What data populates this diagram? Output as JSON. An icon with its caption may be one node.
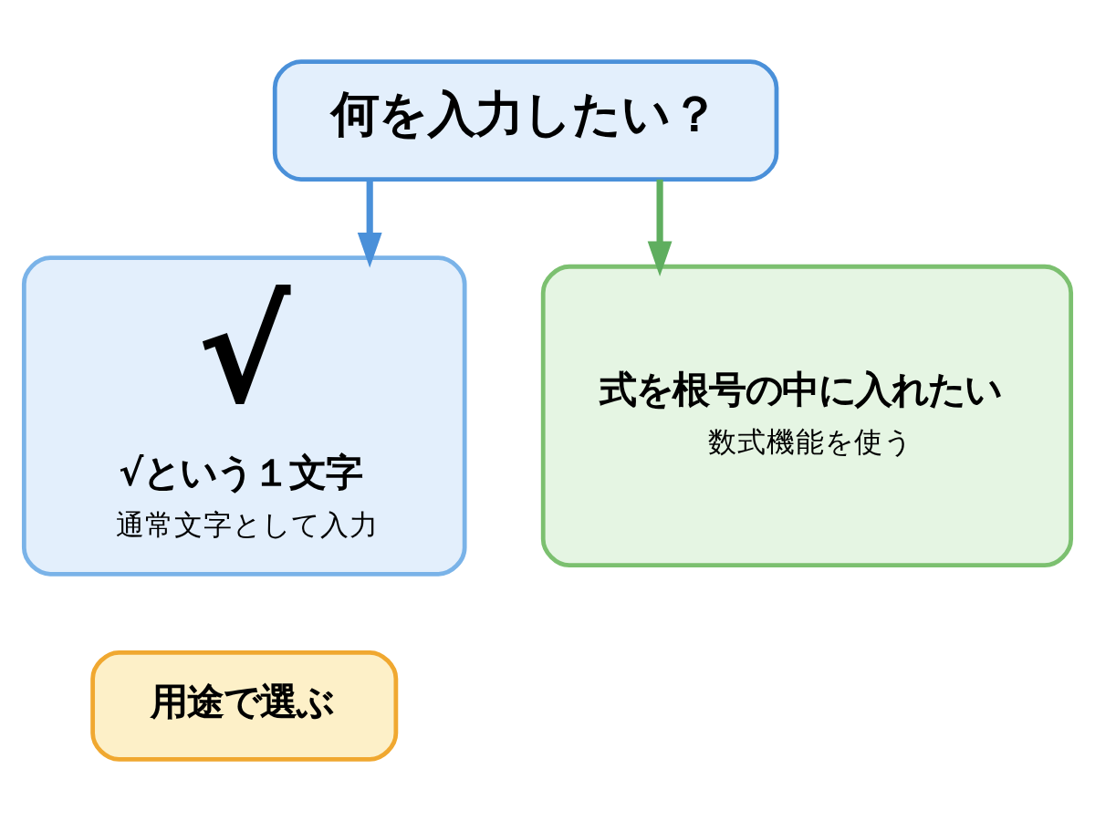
{
  "diagram": {
    "nodes": [
      {
        "text": [
          "何を入力したい？"
        ]
      },
      {
        "text": [
          "√",
          "√という１文字",
          "通常文字として入力"
        ]
      },
      {
        "text": [
          "式を根号の中に入れたい",
          "数式機能を使う"
        ]
      },
      {
        "text": [
          "用途で選ぶ"
        ]
      }
    ],
    "edges": [
      {
        "from": 0,
        "to": 1,
        "arrow": "to",
        "color": "#4a90d9"
      },
      {
        "from": 0,
        "to": 2,
        "arrow": "to",
        "color": "#5fae5f"
      }
    ]
  }
}
